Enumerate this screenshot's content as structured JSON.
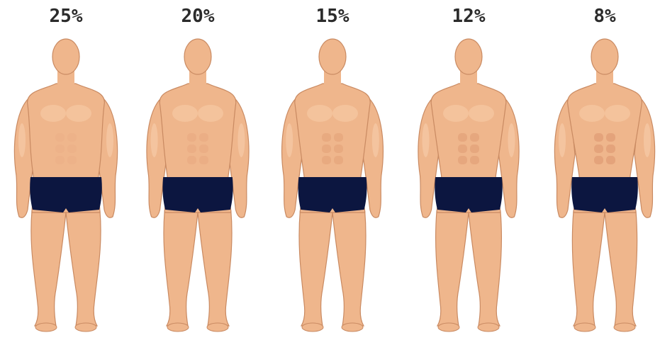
{
  "figures": [
    {
      "label": "25%",
      "body_fat": 25
    },
    {
      "label": "20%",
      "body_fat": 20
    },
    {
      "label": "15%",
      "body_fat": 15
    },
    {
      "label": "12%",
      "body_fat": 12
    },
    {
      "label": "8%",
      "body_fat": 8
    }
  ],
  "colors": {
    "skin": "#efb68c",
    "skin_light": "#f7cba6",
    "skin_shade": "#e2a078",
    "outline": "#c98a62",
    "shorts": "#0c1640",
    "label": "#2b2b2b"
  }
}
